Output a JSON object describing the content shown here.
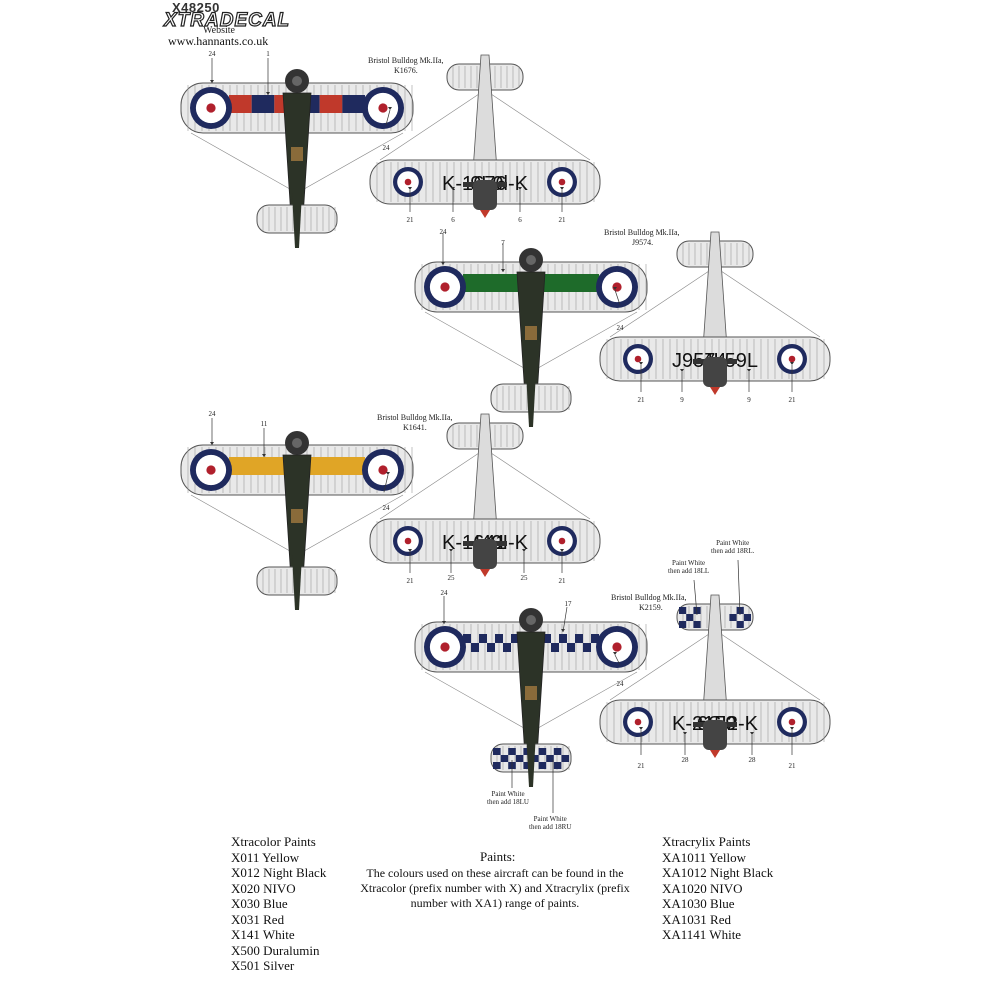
{
  "header": {
    "product_code": "X48250",
    "brand": "XTRADECAL",
    "website_label": "Website",
    "website_url": "www.hannants.co.uk"
  },
  "aircraft": [
    {
      "caption_line1": "Bristol Bulldog Mk.IIa,",
      "caption_line2": "K1676.",
      "serial": "K-1676",
      "serial_reversed": "9L9l-K",
      "band_color": "#c0392b",
      "callouts": [
        "24",
        "1",
        "24",
        "21",
        "6",
        "6",
        "21"
      ]
    },
    {
      "caption_line1": "Bristol Bulldog Mk.IIa,",
      "caption_line2": "J9574.",
      "serial": "J9574",
      "serial_reversed": "4L59L",
      "band_color": "#1e6b2a",
      "callouts": [
        "24",
        "7",
        "24",
        "21",
        "9",
        "9",
        "21"
      ]
    },
    {
      "caption_line1": "Bristol Bulldog Mk.IIa,",
      "caption_line2": "K1641.",
      "serial": "K-1641",
      "serial_reversed": "I49I-K",
      "band_color": "#e0a526",
      "callouts": [
        "24",
        "11",
        "24",
        "21",
        "25",
        "25",
        "21"
      ]
    },
    {
      "caption_line1": "Bristol Bulldog Mk.IIa,",
      "caption_line2": "K2159.",
      "serial": "K-2159",
      "serial_reversed": "6SI2-K",
      "band_color": "#1f2a5e",
      "callouts": [
        "24",
        "17",
        "24",
        "21",
        "28",
        "28",
        "21"
      ]
    }
  ],
  "notes": {
    "note_18ll": [
      "Paint White",
      "then add 18LL"
    ],
    "note_18rl": [
      "Paint White",
      "then add 18RL."
    ],
    "note_18lu": [
      "Paint White",
      "then add 18LU"
    ],
    "note_18ru": [
      "Paint White",
      "then add 18RU"
    ]
  },
  "paints": {
    "xtracolor_title": "Xtracolor Paints",
    "xtracolor": [
      "X011 Yellow",
      "X012 Night Black",
      "X020 NIVO",
      "X030 Blue",
      "X031 Red",
      "X141 White",
      "X500 Duralumin",
      "X501 Silver"
    ],
    "heading": "Paints:",
    "body": "The colours used on these aircraft can be found in the Xtracolor (prefix number with X) and Xtracrylix (prefix number with XA1) range of paints.",
    "xtracrylix_title": "Xtracrylix Paints",
    "xtracrylix": [
      "XA1011 Yellow",
      "XA1012 Night Black",
      "XA1020 NIVO",
      "XA1030 Blue",
      "XA1031 Red",
      "XA1141 White"
    ]
  },
  "colors": {
    "roundel_blue": "#1f2a5e",
    "roundel_red": "#b0202c",
    "silver": "#e9e9e9",
    "nivo": "#2c3327"
  }
}
